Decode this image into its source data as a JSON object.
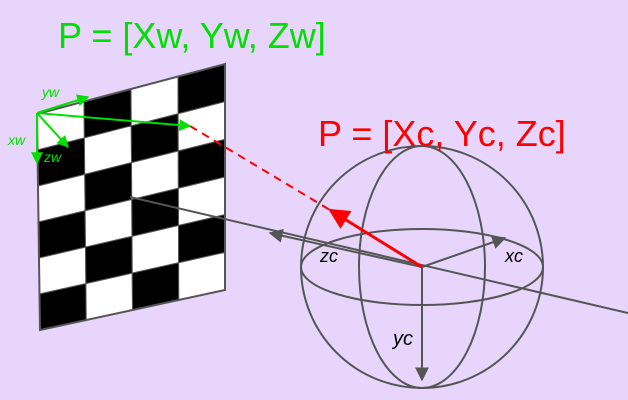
{
  "world_point_label": "P = [Xw, Yw, Zw]",
  "camera_point_label": "P = [Xc, Yc, Zc]",
  "world_axes": {
    "x": "xw",
    "y": "yw",
    "z": "zw"
  },
  "camera_axes": {
    "x": "xc",
    "y": "yc",
    "z": "zc"
  },
  "colors": {
    "background": "#e8d5fb",
    "world": "#00e000",
    "camera": "#ff0000",
    "structure": "#555555",
    "checker_dark": "#000000",
    "checker_light": "#ffffff"
  },
  "checkerboard": {
    "rows": 6,
    "cols": 4
  }
}
